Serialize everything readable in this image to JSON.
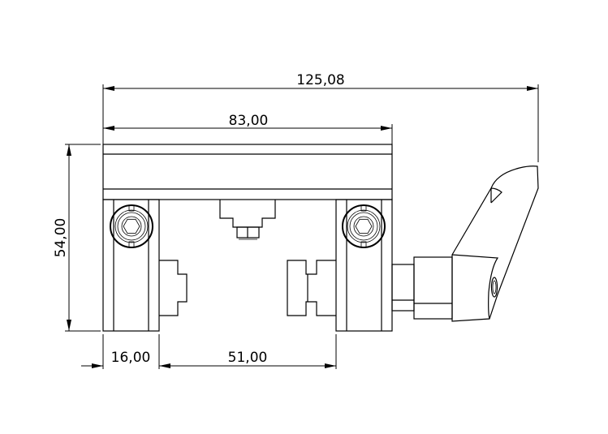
{
  "drawing": {
    "type": "technical-drawing-front-view",
    "dimensions": {
      "overall_width": "125,08",
      "body_width": "83,00",
      "height": "54,00",
      "leg_width": "16,00",
      "jaw_spacing": "51,00"
    },
    "colors": {
      "line": "#000000",
      "background": "#ffffff"
    }
  }
}
